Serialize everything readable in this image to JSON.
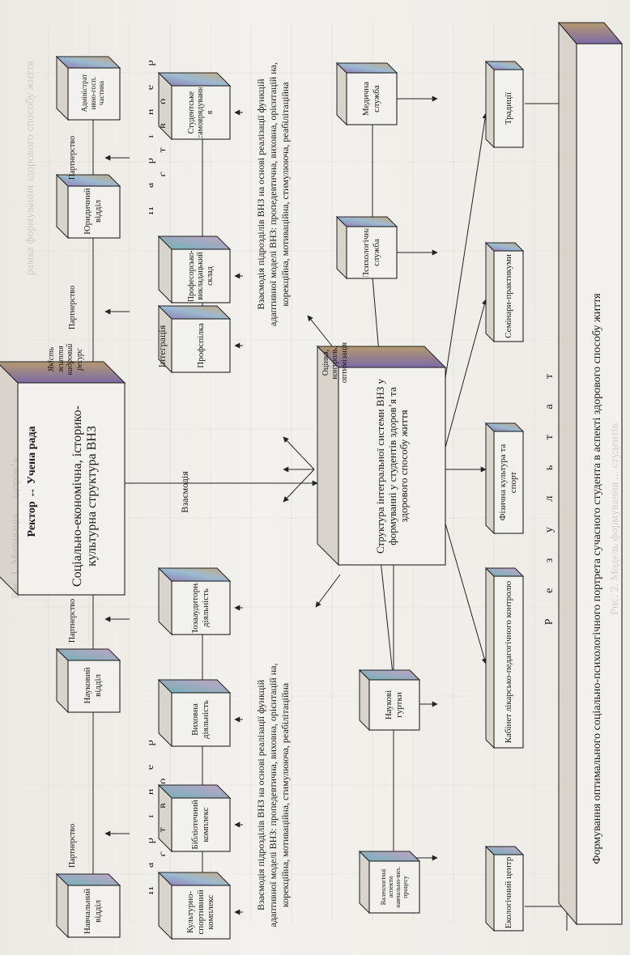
{
  "diagram": {
    "rector": "Ректор ↔ Учена рада",
    "vnz_structure": "Соціально-економічна, історико-культурна структура ВНЗ",
    "quality": "Якість життя кадровий ресурс",
    "integral": "Структура інтегральної системи ВНЗ у формуванні у студентів здоров’я та здорового способу життя",
    "assessment": "Оцінка, контроль, оптимізація",
    "interaction": "Взаємодія",
    "integration": "Інтеграція",
    "partnership_spaced": "П а р т н е р с т в о",
    "partnership": "Партнерство",
    "adaptive_text": "Взаємодія підрозділів ВНЗ на основі реалізації функцій адаптивної моделі ВНЗ: пропедевтична, виховна, орієнтацій на, корекційна, мотиваційна, стимулююча, реабілітаційна",
    "result_word": "Р е з у л ь т а т",
    "result_text": "Формування оптимального соціально-психологічного портрета сучасного студента в аспекті здорового способу життя",
    "top_boxes": [
      "Навчальний відділ",
      "Науковий відділ",
      "Юридичний відділ",
      "Адміністрат ивно-госп. частина"
    ],
    "left_group": [
      "Культурно-спортивний комплекс",
      "Бібліотечний комплекс",
      "Виховна діяльність",
      "Позааудиторна діяльність"
    ],
    "right_group": [
      "Профспілка",
      "Професорсько-викладацький склад",
      "Студентське самоврядуванн я"
    ],
    "services": {
      "valeology": "Валеологічні аспекти навчально-вих. процесу",
      "circles": "Наукові гуртки",
      "psych": "Психологічна служба",
      "medical": "Медична служба"
    },
    "bottom_boxes": [
      "Екологічний центр",
      "Кабінет лікарсько-педагогічного контролю",
      "Фізична культура та спорт",
      "Семінари-практикуми",
      "Традиції"
    ]
  },
  "colors": {
    "ink": "#222222",
    "paper": "#f3f1ed",
    "box_top": "#d8d4cc",
    "box_side": "#cac5bc"
  },
  "ghost_text": [
    "рамка формування здорового способу життя",
    "Рис. 1. Мотивація ... здоров’я",
    "Рис. 2. Модель формування ... студентів"
  ]
}
